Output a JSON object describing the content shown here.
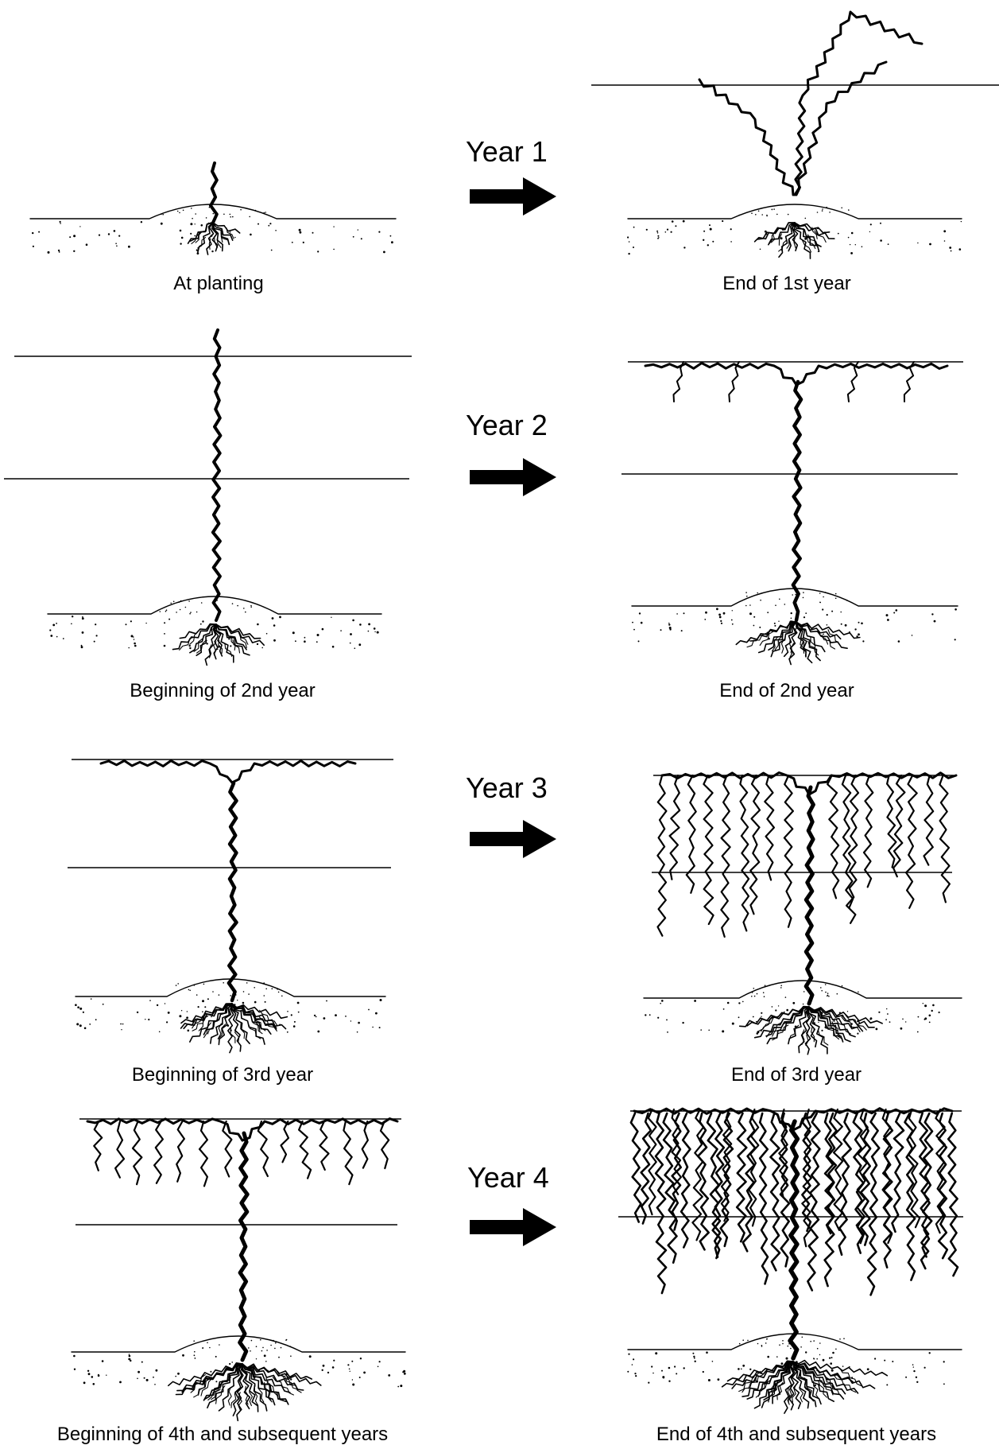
{
  "stages": [
    {
      "year_label": "Year 1",
      "before": {
        "caption": "At planting",
        "icon": "young-vine-icon"
      },
      "after": {
        "caption": "End of 1st year",
        "icon": "one-year-vine-icon"
      }
    },
    {
      "year_label": "Year 2",
      "before": {
        "caption": "Beginning of 2nd year",
        "icon": "trained-trunk-icon"
      },
      "after": {
        "caption": "End of 2nd year",
        "icon": "two-arm-vine-icon"
      }
    },
    {
      "year_label": "Year 3",
      "before": {
        "caption": "Beginning of 3rd year",
        "icon": "cordon-vine-icon"
      },
      "after": {
        "caption": "End of 3rd year",
        "icon": "hanging-shoots-vine-icon"
      }
    },
    {
      "year_label": "Year 4",
      "before": {
        "caption": "Beginning of 4th and subsequent years",
        "icon": "pruned-spurs-vine-icon"
      },
      "after": {
        "caption": "End of 4th and subsequent years",
        "icon": "mature-vine-icon"
      }
    }
  ],
  "colors": {
    "ink": "#000000",
    "paper": "#ffffff"
  }
}
